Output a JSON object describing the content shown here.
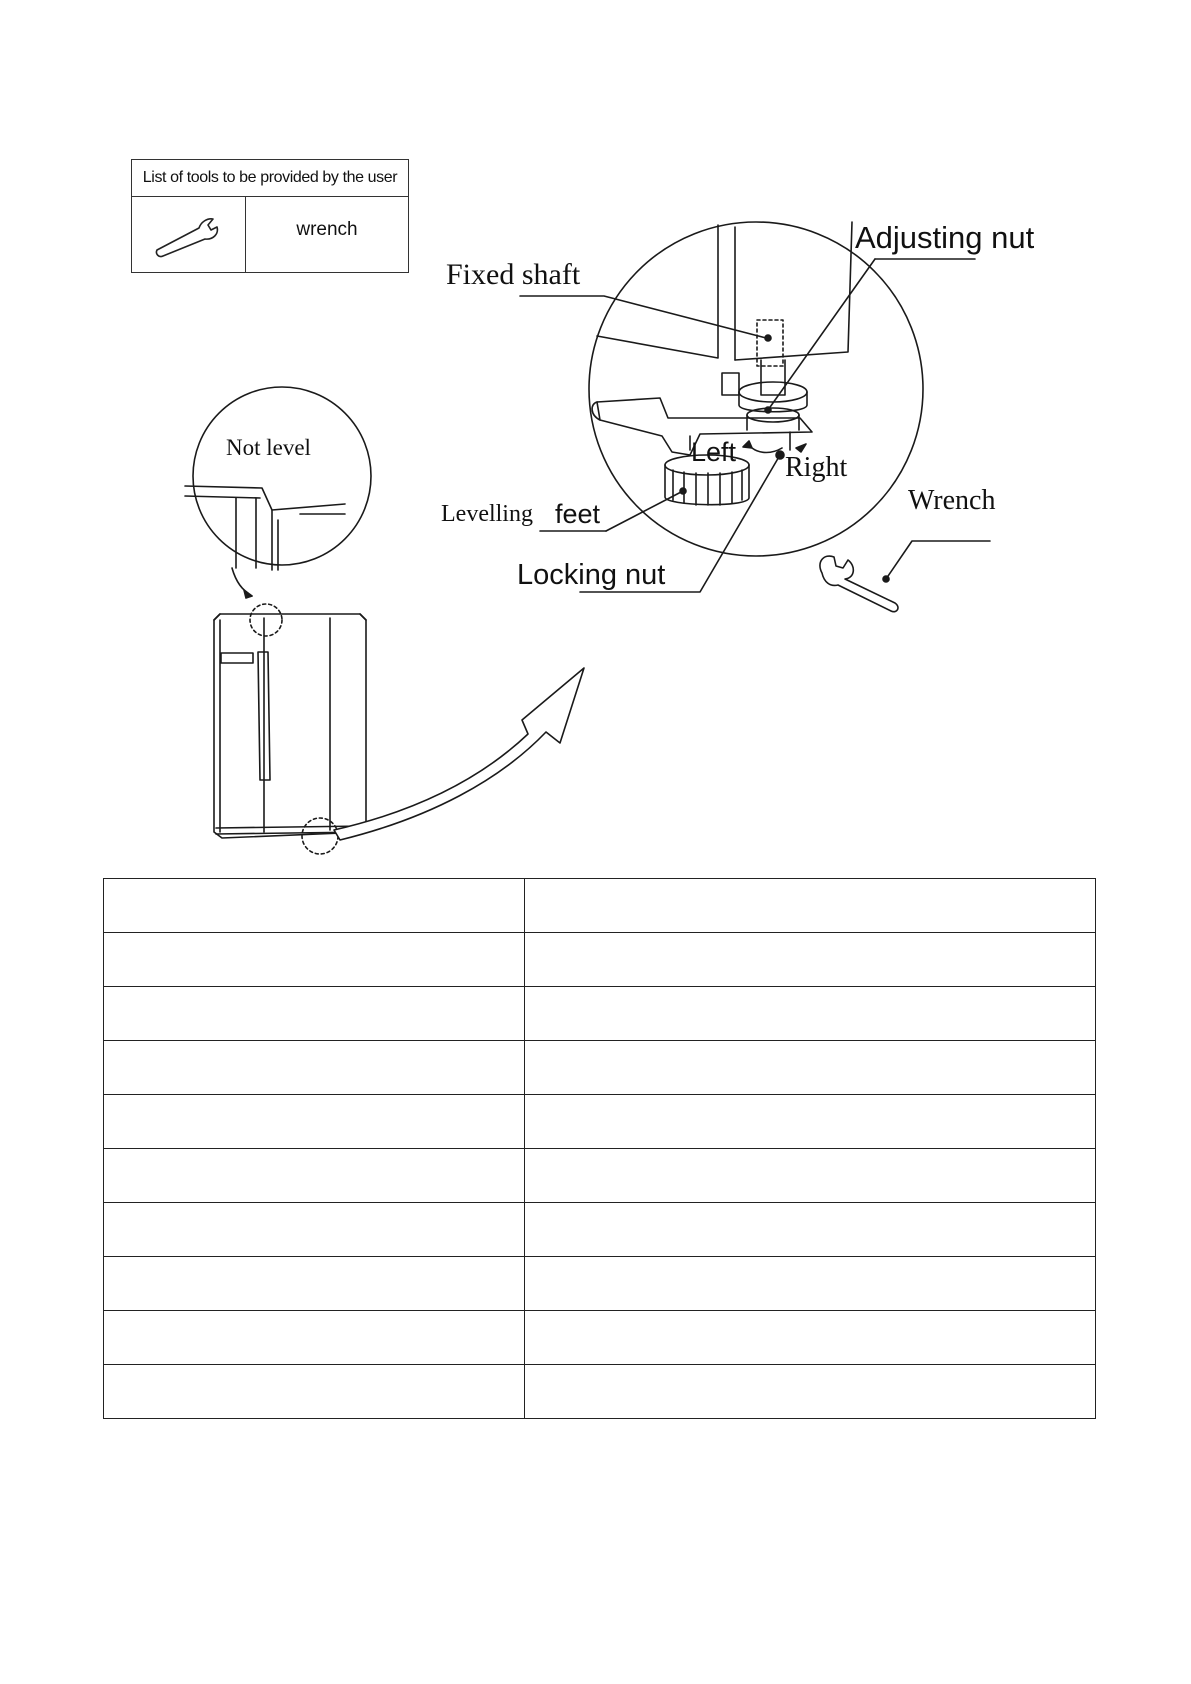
{
  "tools_box": {
    "header": "List of tools to be provided by the user",
    "tool_name": "wrench"
  },
  "diagram": {
    "labels": {
      "adjusting_nut": "Adjusting nut",
      "fixed_shaft": "Fixed shaft",
      "left": "Left",
      "right": "Right",
      "wrench": "Wrench",
      "levelling": "Levelling",
      "feet": "feet",
      "locking_nut": "Locking nut",
      "not_level": "Not level"
    }
  },
  "spec_table": {
    "rows": [
      [
        "",
        ""
      ],
      [
        "",
        ""
      ],
      [
        "",
        ""
      ],
      [
        "",
        ""
      ],
      [
        "",
        ""
      ],
      [
        "",
        ""
      ],
      [
        "",
        ""
      ],
      [
        "",
        ""
      ],
      [
        "",
        ""
      ],
      [
        "",
        ""
      ]
    ]
  }
}
